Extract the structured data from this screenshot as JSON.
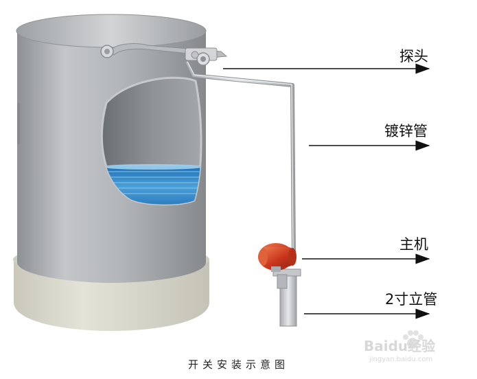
{
  "labels": {
    "probe": "探头",
    "galvanized_pipe": "镀锌管",
    "host": "主机",
    "stand_pipe": "2寸立管"
  },
  "caption": "开关安装示意图",
  "watermark": {
    "brand": "Baidu经验",
    "url": "jingyan.baidu.com"
  },
  "colors": {
    "tank_body": "#a9acaf",
    "base": "#d9d8cc",
    "water": "#2f7fc0",
    "transmitter": "#d3472a",
    "pipe": "#c9cccf"
  }
}
